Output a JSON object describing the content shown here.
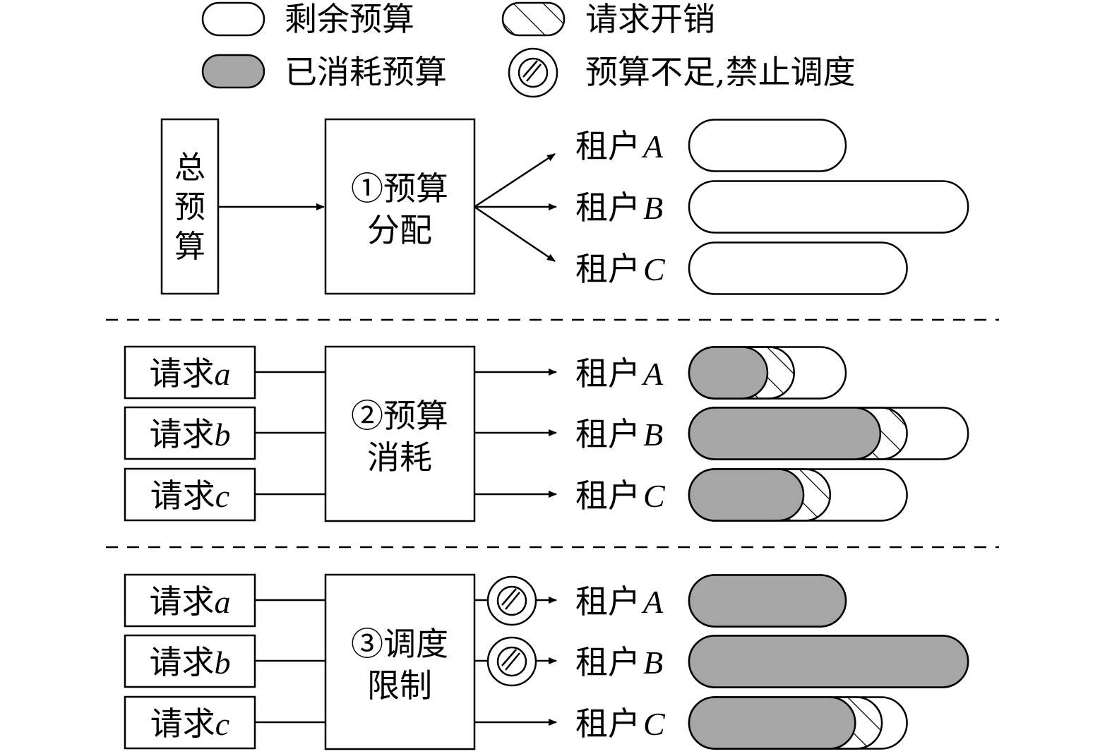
{
  "legend": {
    "remaining": "剩余预算",
    "request_cost": "请求开销",
    "consumed": "已消耗预算",
    "denied": "预算不足,禁止调度"
  },
  "total_budget_chars": [
    "总",
    "预",
    "算"
  ],
  "stages": [
    {
      "title_line1": "①预算",
      "title_line2": "分配",
      "has_requests": false
    },
    {
      "title_line1": "②预算",
      "title_line2": "消耗",
      "has_requests": true
    },
    {
      "title_line1": "③调度",
      "title_line2": "限制",
      "has_requests": true
    }
  ],
  "requests": [
    {
      "prefix": "请求",
      "letter": "a"
    },
    {
      "prefix": "请求",
      "letter": "b"
    },
    {
      "prefix": "请求",
      "letter": "c"
    }
  ],
  "tenants": [
    {
      "prefix": "租户",
      "letter": "A",
      "budget": 1.0
    },
    {
      "prefix": "租户",
      "letter": "B",
      "budget": 1.78
    },
    {
      "prefix": "租户",
      "letter": "C",
      "budget": 1.39
    }
  ],
  "stage_states": [
    [
      {
        "consumed": 0.0,
        "request": 0.0,
        "denied": false
      },
      {
        "consumed": 0.0,
        "request": 0.0,
        "denied": false
      },
      {
        "consumed": 0.0,
        "request": 0.0,
        "denied": false
      }
    ],
    [
      {
        "consumed": 0.5,
        "request": 0.17,
        "denied": false
      },
      {
        "consumed": 1.22,
        "request": 0.17,
        "denied": false
      },
      {
        "consumed": 0.73,
        "request": 0.17,
        "denied": false
      }
    ],
    [
      {
        "consumed": 1.0,
        "request": 0.0,
        "denied": true
      },
      {
        "consumed": 1.78,
        "request": 0.0,
        "denied": true
      },
      {
        "consumed": 1.06,
        "request": 0.17,
        "denied": false
      }
    ]
  ],
  "colors": {
    "consumed": "#a6a6a6",
    "remaining": "#ffffff",
    "stroke": "#000000"
  }
}
